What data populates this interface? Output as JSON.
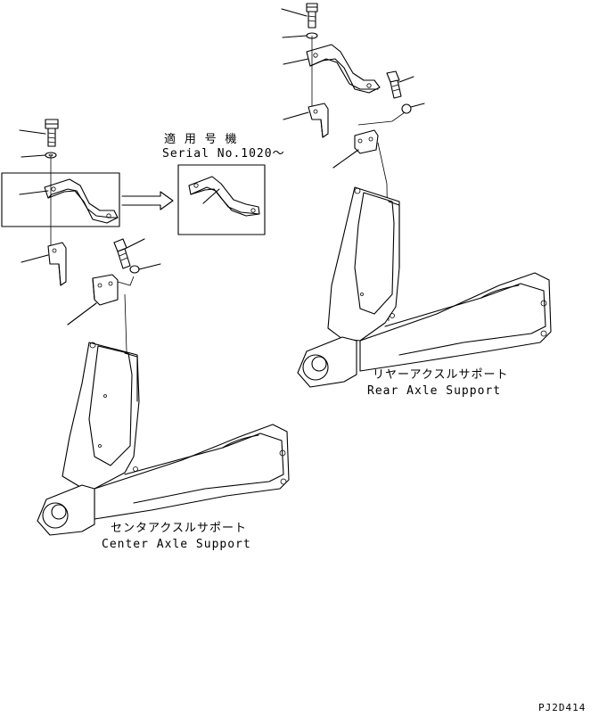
{
  "serial_note": {
    "title_jp": "適 用 号 機",
    "serial": "Serial No.1020～"
  },
  "rear_support": {
    "label_jp": "リヤーアクスルサポート",
    "label_en": "Rear Axle Support"
  },
  "center_support": {
    "label_jp": "センタアクスルサポート",
    "label_en": "Center Axle Support"
  },
  "drawing_code": "PJ2D414"
}
